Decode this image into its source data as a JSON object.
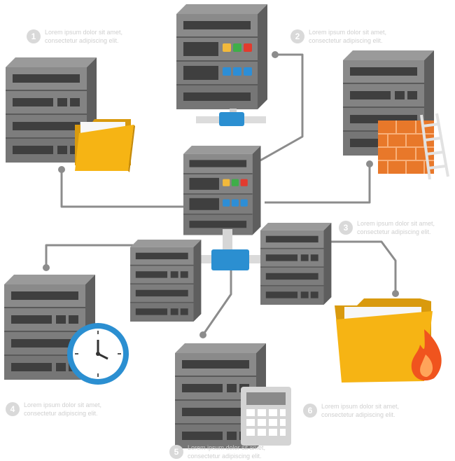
{
  "callouts": [
    {
      "number": "1",
      "line1": "Lorem ipsum dolor sit amet,",
      "line2": "consectetur adipiscing elit."
    },
    {
      "number": "2",
      "line1": "Lorem ipsum dolor sit amet,",
      "line2": "consectetur adipiscing elit."
    },
    {
      "number": "3",
      "line1": "Lorem ipsum dolor sit amet,",
      "line2": "consectetur adipiscing elit."
    },
    {
      "number": "4",
      "line1": "Lorem ipsum dolor sit amet,",
      "line2": "consectetur adipiscing elit."
    },
    {
      "number": "5",
      "line1": "Lorem ipsum dolor sit amet,",
      "line2": "consectetur adipiscing elit."
    },
    {
      "number": "6",
      "line1": "Lorem ipsum dolor sit amet,",
      "line2": "consectetur adipiscing elit."
    }
  ],
  "nodes": [
    {
      "name": "central-server",
      "icon": "server-icon"
    },
    {
      "name": "top-server",
      "icon": "network-server-icon"
    },
    {
      "name": "file-server",
      "icon": "folder-icon"
    },
    {
      "name": "firewall-server",
      "icon": "firewall-icon"
    },
    {
      "name": "scheduled-server",
      "icon": "clock-icon"
    },
    {
      "name": "calculation-server",
      "icon": "calculator-icon"
    },
    {
      "name": "burning-folder",
      "icon": "fire-folder-icon"
    }
  ],
  "colors": {
    "server_dark": "#4a4a4a",
    "server_light": "#8a8a8a",
    "connector": "#8c8c8c",
    "switch": "#2b8fd1",
    "folder": "#f6b414",
    "brick": "#e8782a",
    "fire": "#f0541e",
    "led_yellow": "#f2b93b",
    "led_green": "#3fae49",
    "led_red": "#e23b2e",
    "led_blue": "#2d8ed6"
  }
}
